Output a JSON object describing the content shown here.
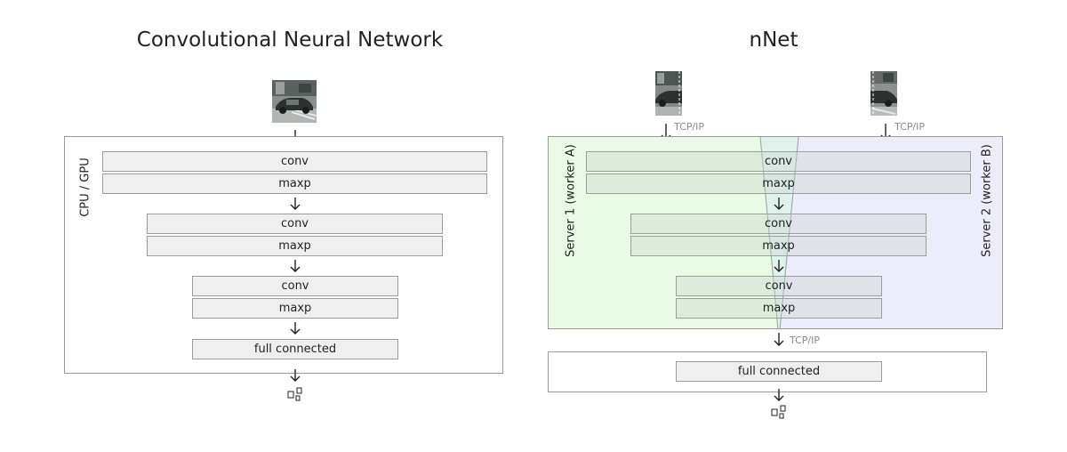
{
  "left": {
    "title": "Convolutional Neural Network",
    "device_label": "CPU / GPU",
    "layers": {
      "conv1": "conv",
      "maxp1": "maxp",
      "conv2": "conv",
      "maxp2": "maxp",
      "conv3": "conv",
      "maxp3": "maxp",
      "fc": "full connected"
    }
  },
  "right": {
    "title": "nNet",
    "protocol_input_a": "TCP/IP",
    "protocol_input_b": "TCP/IP",
    "protocol_merge": "TCP/IP",
    "server_a_label": "Server 1 (worker A)",
    "server_b_label": "Server 2 (worker B)",
    "layers": {
      "conv1": "conv",
      "maxp1": "maxp",
      "conv2": "conv",
      "maxp2": "maxp",
      "conv3": "conv",
      "maxp3": "maxp",
      "fc": "full connected"
    }
  },
  "colors": {
    "worker_a_zone": "#e9fbe4",
    "worker_b_zone": "#ececfa",
    "overlap_zone": "#dff2ec",
    "layer_box": "#efefef",
    "frame_border": "#9a9a9a",
    "protocol_text": "#8a8a8a"
  },
  "icons": {
    "input_image": "street-car-photo-icon",
    "arrow": "arrow-down-icon",
    "output": "output-squares-icon"
  }
}
